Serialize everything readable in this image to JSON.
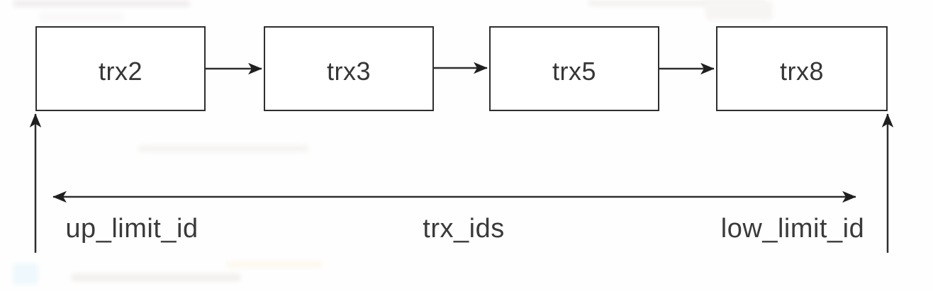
{
  "diagram": {
    "type": "transaction-list-diagram",
    "nodes": [
      {
        "label": "trx2"
      },
      {
        "label": "trx3"
      },
      {
        "label": "trx5"
      },
      {
        "label": "trx8"
      }
    ],
    "edges": [
      {
        "from": "trx2",
        "to": "trx3"
      },
      {
        "from": "trx3",
        "to": "trx5"
      },
      {
        "from": "trx5",
        "to": "trx8"
      }
    ],
    "range_arrow": {
      "left_label": "up_limit_id",
      "center_label": "trx_ids",
      "right_label": "low_limit_id"
    },
    "colors": {
      "line": "#2e2e2e",
      "text": "#3a3a3a",
      "box_fill": "#ffffff",
      "background": "#fefefe"
    }
  }
}
